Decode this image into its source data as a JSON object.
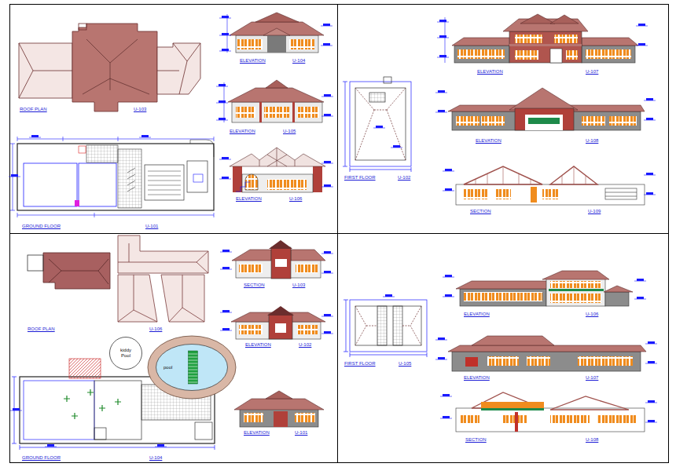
{
  "diagram": {
    "nodes": [
      {
        "text": [
          "kiddy Pool"
        ]
      },
      {
        "text": [
          "pool"
        ]
      }
    ],
    "labels": [
      "ROOF PLAN",
      "U-103",
      "ELEVATION",
      "U-104",
      "ELEVATION",
      "U-105",
      "GROUND FLOOR",
      "U-101",
      "ELEVATION",
      "U-106",
      "ELEVATION",
      "U-107",
      "FIRST FLOOR",
      "U-102",
      "ELEVATION",
      "U-108",
      "SECTION",
      "U-109",
      "SECTION",
      "U-103",
      "ROOF PLAN",
      "U-106",
      "ELEVATION",
      "U-102",
      "FIRST FLOOR",
      "U-105",
      "ELEVATION",
      "U-101",
      "ELEVATION",
      "U-106",
      "ELEVATION",
      "U-107",
      "GROUND FLOOR",
      "U-104",
      "SECTION",
      "U-108"
    ]
  }
}
